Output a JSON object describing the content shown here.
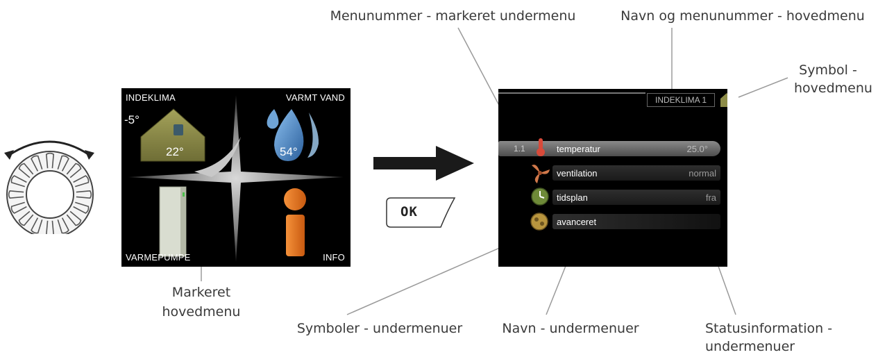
{
  "callouts": {
    "menunummer": "Menunummer - markeret undermenu",
    "navn_og_menunummer": "Navn og menunummer - hovedmenu",
    "symbol_line1": "Symbol -",
    "symbol_line2": "hovedmenu",
    "markeret_line1": "Markeret",
    "markeret_line2": "hovedmenu",
    "symboler": "Symboler - undermenuer",
    "navn": "Navn - undermenuer",
    "status_line1": "Statusinformation -",
    "status_line2": "undermenuer"
  },
  "main_menu": {
    "top_left": "INDEKLIMA",
    "top_right": "VARMT VAND",
    "bottom_left": "VARMEPUMPE",
    "bottom_right": "INFO",
    "outdoor_temp": "-5°",
    "indoor_temp": "22°",
    "water_temp": "54°"
  },
  "ok_label": "OK",
  "sub_menu": {
    "title": "INDEKLIMA 1",
    "rows": [
      {
        "num": "1.1",
        "name": "temperatur",
        "status": "25.0°",
        "icon": "thermometer-icon"
      },
      {
        "num": "",
        "name": "ventilation",
        "status": "normal",
        "icon": "fan-icon"
      },
      {
        "num": "",
        "name": "tidsplan",
        "status": "fra",
        "icon": "clock-icon"
      },
      {
        "num": "",
        "name": "avanceret",
        "status": "",
        "icon": "advanced-icon"
      }
    ]
  },
  "colors": {
    "screen_bg": "#000000",
    "house": "#8d8c48",
    "water_drop": "#4d8ec9",
    "info_orange": "#e8741c"
  }
}
